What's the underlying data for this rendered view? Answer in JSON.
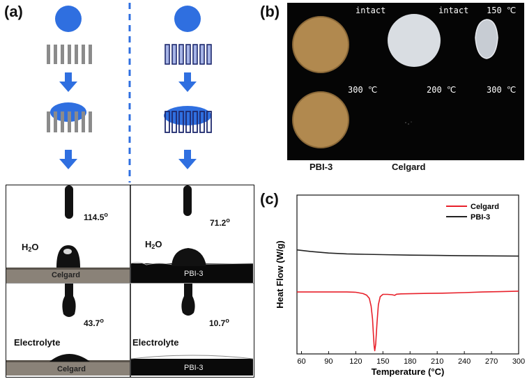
{
  "panel_a": {
    "label": "(a)",
    "photos": [
      {
        "liquid": "H2O",
        "liquid_main": "H",
        "liquid_sub": "2",
        "liquid_tail": "O",
        "angle": "114.5",
        "substrate": "Celgard"
      },
      {
        "liquid": "H2O",
        "liquid_main": "H",
        "liquid_sub": "2",
        "liquid_tail": "O",
        "angle": "71.2",
        "substrate": "PBI-3"
      },
      {
        "liquid": "Electrolyte",
        "angle": "43.7",
        "substrate": "Celgard"
      },
      {
        "liquid": "Electrolyte",
        "angle": "10.7",
        "substrate": "PBI-3"
      }
    ],
    "degree_symbol": "o",
    "colors": {
      "droplet": "#2f6fe0",
      "arrow": "#2f6fe0",
      "divider": "#2f6fe0",
      "fiber_grey": "#8b8b8b",
      "fiber_blue": "#2c3a8c"
    }
  },
  "panel_b": {
    "label": "(b)",
    "top_labels": [
      "intact",
      "intact",
      "150 ℃"
    ],
    "bottom_labels": [
      "300 ℃",
      "200 ℃",
      "300 ℃"
    ],
    "captions": [
      "PBI-3",
      "Celgard"
    ]
  },
  "panel_c": {
    "label": "(c)"
  },
  "chart_data": {
    "type": "line",
    "xlabel": "Temperature (°C)",
    "xlabel_main": "Temperature (",
    "xlabel_unit": "°C",
    "xlabel_close": ")",
    "ylabel": "Heat Flow (W/g)",
    "xlim": [
      55,
      300
    ],
    "x_ticks": [
      60,
      90,
      120,
      150,
      180,
      210,
      240,
      270,
      300
    ],
    "y_ticks_shown": false,
    "legend_position": "top-right",
    "series": [
      {
        "name": "Celgard",
        "color": "#e8202a",
        "points": [
          [
            55,
            0.39
          ],
          [
            70,
            0.39
          ],
          [
            90,
            0.39
          ],
          [
            110,
            0.39
          ],
          [
            120,
            0.388
          ],
          [
            128,
            0.38
          ],
          [
            132,
            0.37
          ],
          [
            135,
            0.35
          ],
          [
            137,
            0.3
          ],
          [
            138.5,
            0.22
          ],
          [
            139.5,
            0.12
          ],
          [
            140.3,
            0.05
          ],
          [
            141,
            0.02
          ],
          [
            142,
            0.06
          ],
          [
            143.5,
            0.2
          ],
          [
            145,
            0.31
          ],
          [
            147,
            0.36
          ],
          [
            150,
            0.375
          ],
          [
            155,
            0.375
          ],
          [
            160,
            0.373
          ],
          [
            163,
            0.369
          ],
          [
            165,
            0.376
          ],
          [
            170,
            0.378
          ],
          [
            180,
            0.379
          ],
          [
            200,
            0.381
          ],
          [
            220,
            0.383
          ],
          [
            240,
            0.386
          ],
          [
            260,
            0.39
          ],
          [
            280,
            0.392
          ],
          [
            300,
            0.395
          ]
        ]
      },
      {
        "name": "PBI-3",
        "color": "#222222",
        "points": [
          [
            55,
            0.655
          ],
          [
            70,
            0.645
          ],
          [
            90,
            0.635
          ],
          [
            110,
            0.63
          ],
          [
            130,
            0.627
          ],
          [
            150,
            0.625
          ],
          [
            180,
            0.622
          ],
          [
            210,
            0.62
          ],
          [
            240,
            0.618
          ],
          [
            270,
            0.617
          ],
          [
            300,
            0.616
          ]
        ]
      }
    ]
  }
}
